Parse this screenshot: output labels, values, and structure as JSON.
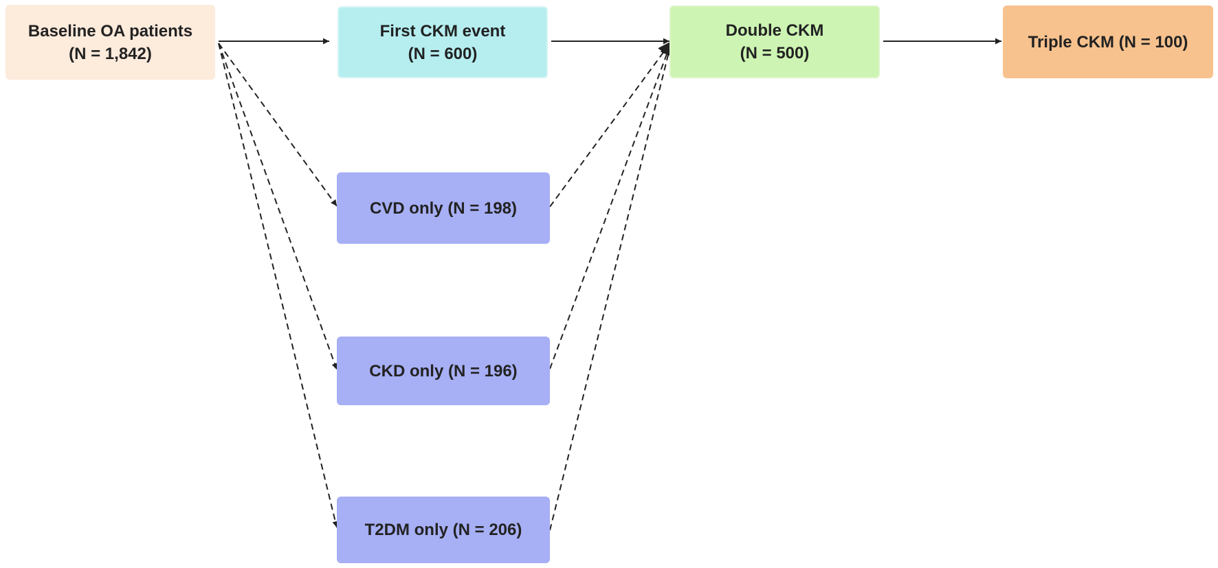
{
  "colors": {
    "baseline": "#fdebdc",
    "first": "#b6eef0",
    "double": "#cdf4b3",
    "triple": "#f8c28e",
    "only": "#a7aff5",
    "arrow": "#222222"
  },
  "nodes": {
    "baseline": {
      "line1": "Baseline OA patients",
      "line2": "(N = 1,842)"
    },
    "first": {
      "line1": "First CKM event",
      "line2": "(N = 600)"
    },
    "double": {
      "line1": "Double CKM",
      "line2": "(N = 500)"
    },
    "triple": {
      "line1": "Triple CKM (N = 100)"
    },
    "cvd": {
      "line1": "CVD only (N = 198)"
    },
    "ckd": {
      "line1": "CKD only (N = 196)"
    },
    "t2dm": {
      "line1": "T2DM only (N = 206)"
    }
  },
  "edges": [
    {
      "from": "baseline",
      "to": "first",
      "style": "solid"
    },
    {
      "from": "first",
      "to": "double",
      "style": "solid"
    },
    {
      "from": "double",
      "to": "triple",
      "style": "solid"
    },
    {
      "from": "baseline",
      "to": "cvd",
      "style": "dashed"
    },
    {
      "from": "baseline",
      "to": "ckd",
      "style": "dashed"
    },
    {
      "from": "baseline",
      "to": "t2dm",
      "style": "dashed"
    },
    {
      "from": "cvd",
      "to": "double",
      "style": "dashed"
    },
    {
      "from": "ckd",
      "to": "double",
      "style": "dashed"
    },
    {
      "from": "t2dm",
      "to": "double",
      "style": "dashed"
    }
  ]
}
